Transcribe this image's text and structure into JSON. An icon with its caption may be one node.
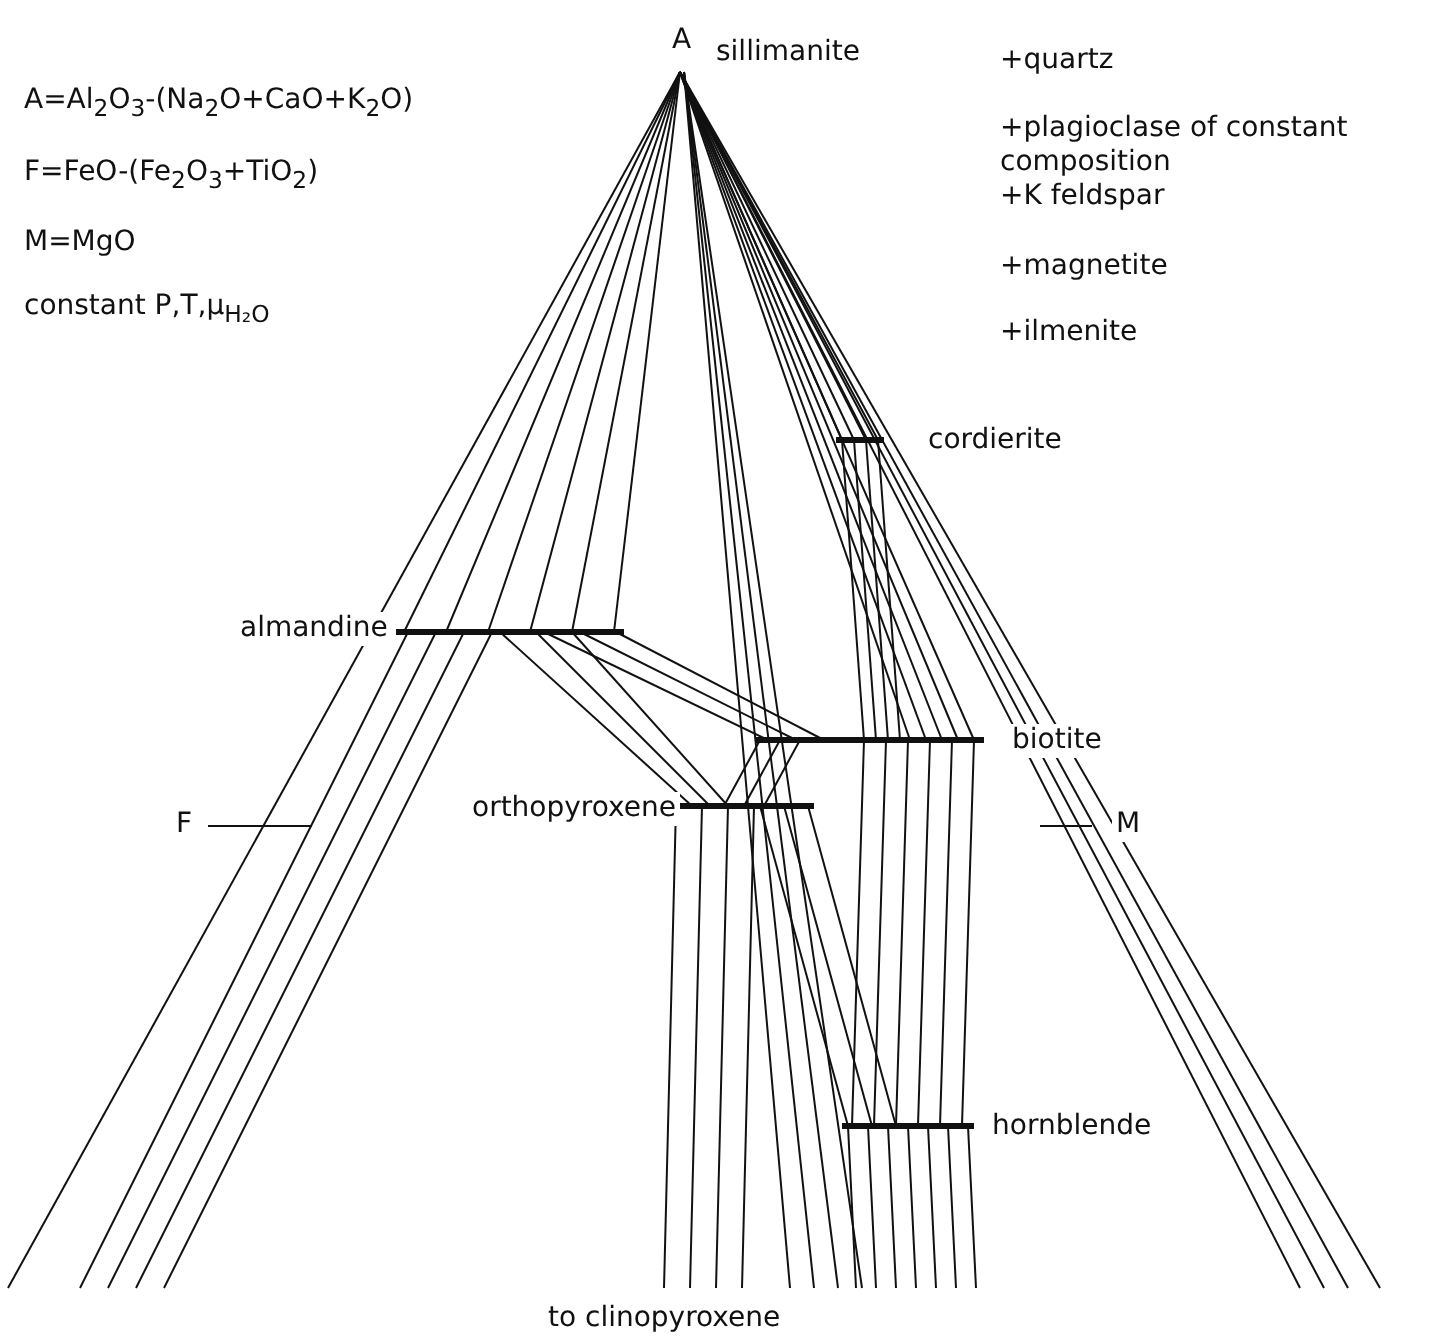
{
  "diagram": {
    "labels": [
      "A",
      "sillimanite",
      "+quartz",
      "A=Al$_{2}$O$_{3}$-(Na$_{2}$O+CaO+K$_{2}$O)",
      "+plagioclase of constant composition",
      "F=FeO-(Fe$_{2}$O$_{3}$+TiO$_{2}$)",
      "+K feldspar",
      "M=MgO",
      "+magnetite",
      "constant P,T,μ$_{H₂O}$",
      "+ilmenite",
      "cordierite",
      "almandine",
      "biotite",
      "F",
      "orthopyroxene",
      "M",
      "hornblende",
      "to clinopyroxene"
    ]
  }
}
